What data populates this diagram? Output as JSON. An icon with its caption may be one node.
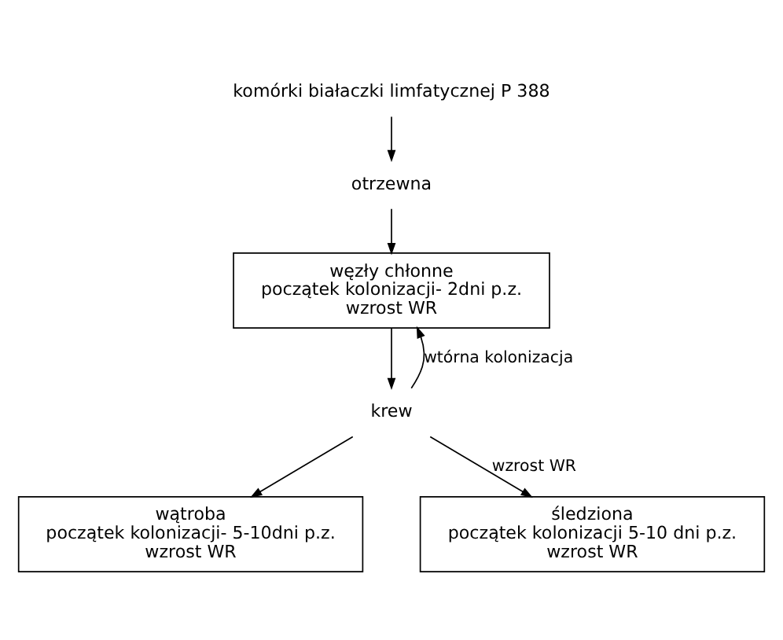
{
  "diagram": {
    "nodes": [
      {
        "text": [
          "komórki białaczki limfatycznej P 388"
        ]
      },
      {
        "text": [
          "otrzewna"
        ]
      },
      {
        "text": [
          "węzły chłonne",
          "początek kolonizacji- 2dni p.z.",
          "wzrost WR"
        ]
      },
      {
        "text": [
          "krew"
        ]
      },
      {
        "text": [
          "wątroba",
          "początek kolonizacji- 5-10dni p.z.",
          "wzrost WR"
        ]
      },
      {
        "text": [
          "śledziona",
          "początek kolonizacji 5-10 dni p.z.",
          "wzrost WR"
        ]
      }
    ],
    "edges": [
      {
        "from": 0,
        "to": 1,
        "arrow": "to"
      },
      {
        "from": 1,
        "to": 2,
        "arrow": "to"
      },
      {
        "from": 3,
        "to": 2,
        "arrow": "to",
        "label": "wtórna kolonizacja"
      },
      {
        "from": 2,
        "to": 3,
        "arrow": "to"
      },
      {
        "from": 3,
        "to": 4,
        "arrow": "to"
      },
      {
        "from": 3,
        "to": 5,
        "arrow": "to",
        "label": "wzrost WR"
      }
    ]
  }
}
